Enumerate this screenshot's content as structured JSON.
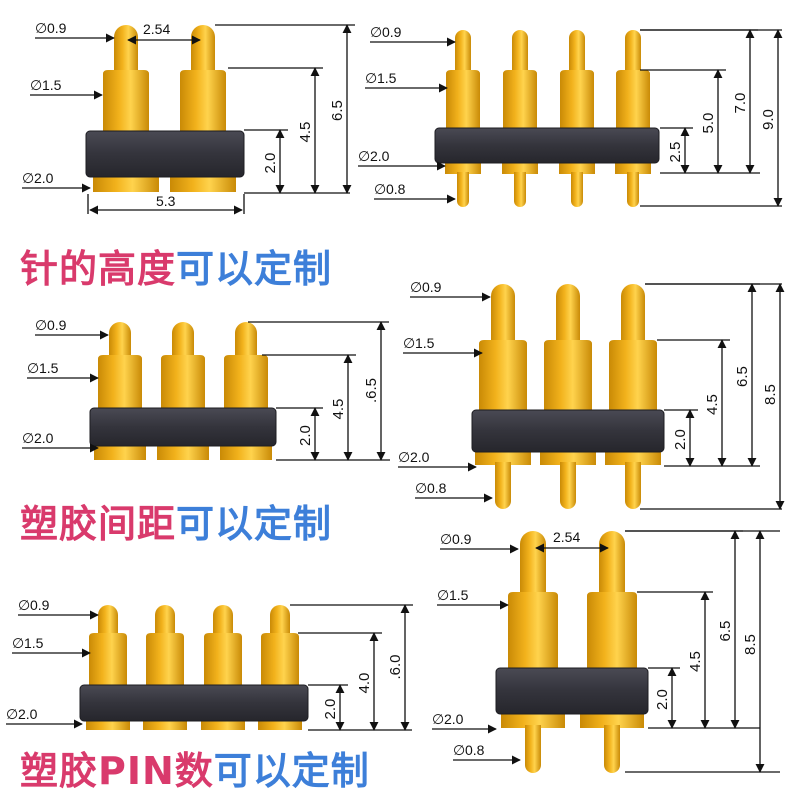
{
  "colors": {
    "pin_gold": "#f2b21c",
    "pin_gold_dark": "#c98a06",
    "insulator": "#34343c",
    "caption_red": "#d93a6c",
    "caption_blue": "#3d7fd9"
  },
  "captions": [
    {
      "red": "针的高度",
      "blue": "可以定制"
    },
    {
      "red": "塑胶间距",
      "blue": "可以定制"
    },
    {
      "red": "塑胶PIN数",
      "blue": "可以定制"
    }
  ],
  "diagrams": [
    {
      "name": "connector-2pin-smd",
      "annotations": [
        "0.9",
        "1.5",
        "2.0"
      ],
      "pitch": "2.54",
      "width": "5.3",
      "heights": [
        "2.0",
        "4.5",
        "6.5"
      ]
    },
    {
      "name": "connector-4pin-through-hole",
      "annotations": [
        "0.9",
        "1.5",
        "2.0",
        "0.8"
      ],
      "heights": [
        "2.5",
        "5.0",
        "7.0",
        "9.0"
      ]
    },
    {
      "name": "connector-3pin-smd",
      "annotations": [
        "0.9",
        "1.5",
        "2.0"
      ],
      "heights": [
        "2.0",
        "4.5",
        ".6.5"
      ]
    },
    {
      "name": "connector-3pin-through-hole",
      "annotations": [
        "0.9",
        "1.5",
        "2.0",
        "0.8"
      ],
      "heights": [
        "2.0",
        "4.5",
        "6.5",
        "8.5"
      ]
    },
    {
      "name": "connector-4pin-smd",
      "annotations": [
        "0.9",
        "1.5",
        "2.0"
      ],
      "heights": [
        "2.0",
        "4.0",
        ".6.0"
      ]
    },
    {
      "name": "connector-2pin-through-hole",
      "annotations": [
        "0.9",
        "1.5",
        "2.0",
        "0.8"
      ],
      "pitch": "2.54",
      "heights": [
        "2.0",
        "4.5",
        "6.5",
        "8.5"
      ]
    }
  ]
}
